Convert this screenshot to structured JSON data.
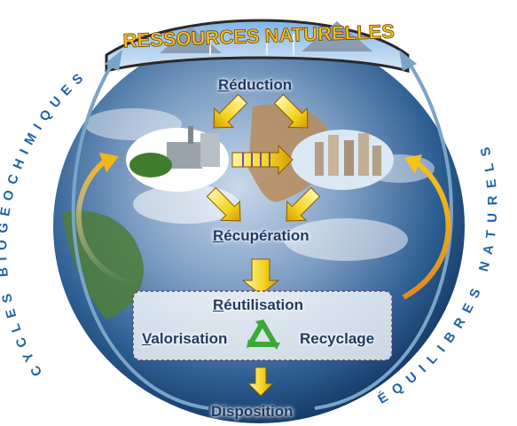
{
  "title": "RESSOURCES NATURELLES",
  "left_arc": "CYCLES BIOGÉOCHIMIQUES",
  "right_arc": "ÉQUILIBRES NATURELS",
  "steps": {
    "reduction": "Réduction",
    "recuperation": "Récupération",
    "reutilisation": "Réutilisation",
    "valorisation": "Valorisation",
    "recyclage": "Recyclage",
    "disposition": "Disposition"
  },
  "colors": {
    "title_text": "#f7c51e",
    "arc_text": "#1e63a6",
    "label_text": "#1f3b63",
    "arrow_yellow": "#f2d21d",
    "recycle_green": "#3aa935"
  },
  "icons": [
    "recycle-icon",
    "factory-icon",
    "city-icon",
    "mountain-icon"
  ]
}
